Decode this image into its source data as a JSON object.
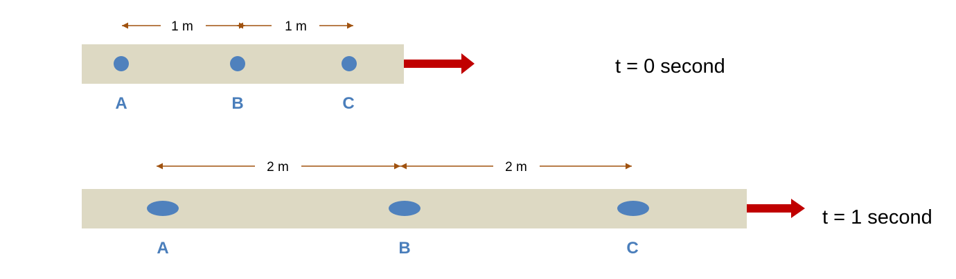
{
  "colors": {
    "bar": "#ddd9c3",
    "dot": "#4f81bd",
    "label": "#4a7ebb",
    "dimension_arrow": "#a0520f",
    "motion_arrow": "#c00000",
    "text": "#000000"
  },
  "top": {
    "distance_labels": [
      "1 m",
      "1 m"
    ],
    "point_labels": [
      "A",
      "B",
      "C"
    ],
    "time_label": "t = 0 second"
  },
  "bottom": {
    "distance_labels": [
      "2 m",
      "2 m"
    ],
    "point_labels": [
      "A",
      "B",
      "C"
    ],
    "time_label": "t = 1 second"
  }
}
